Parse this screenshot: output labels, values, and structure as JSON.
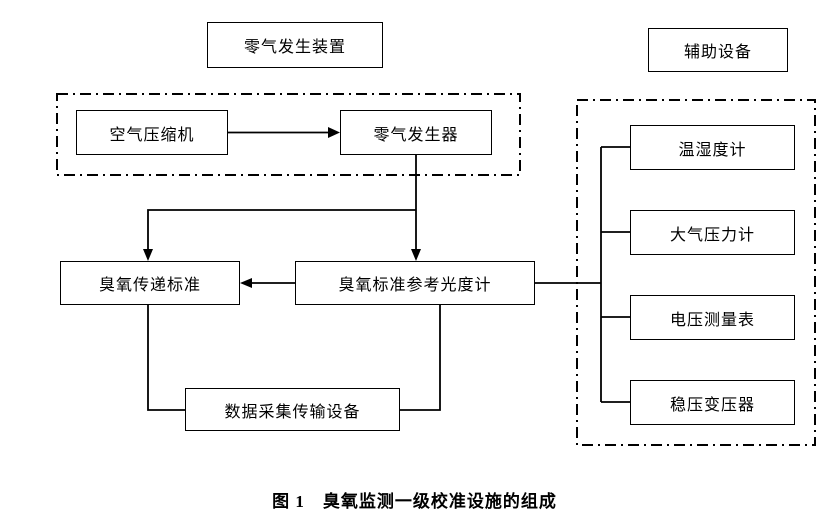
{
  "caption": "图 1　臭氧监测一级校准设施的组成",
  "groups": {
    "zero_gas": {
      "label": "零气发生装置"
    },
    "auxiliary": {
      "label": "辅助设备"
    }
  },
  "nodes": {
    "air_compressor": {
      "label": "空气压缩机"
    },
    "zero_gas_generator": {
      "label": "零气发生器"
    },
    "ozone_transfer_standard": {
      "label": "臭氧传递标准"
    },
    "ozone_reference_photometer": {
      "label": "臭氧标准参考光度计"
    },
    "data_acquisition": {
      "label": "数据采集传输设备"
    },
    "thermo_hygrometer": {
      "label": "温湿度计"
    },
    "barometer": {
      "label": "大气压力计"
    },
    "voltmeter": {
      "label": "电压测量表"
    },
    "voltage_stabilizer": {
      "label": "稳压变压器"
    }
  }
}
